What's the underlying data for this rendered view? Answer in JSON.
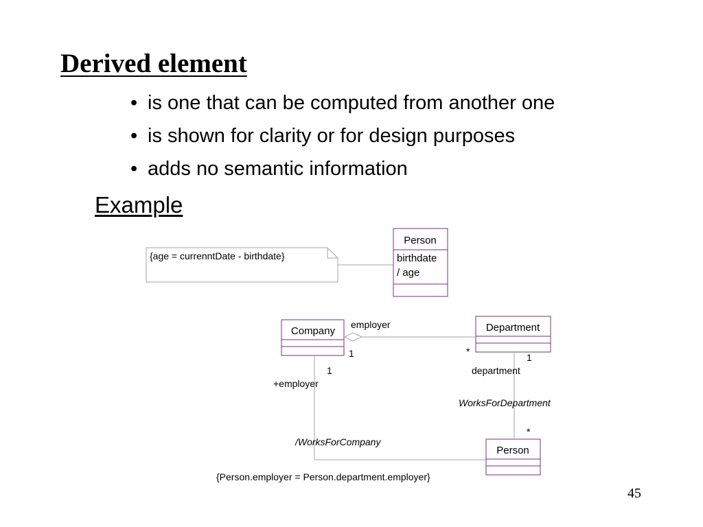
{
  "title": "Derived element",
  "bullets": [
    "is one that can be computed from another one",
    "is shown for clarity or for design purposes",
    "adds no semantic information"
  ],
  "example_label": "Example",
  "diagram": {
    "note": "{age = currenntDate  - birthdate}",
    "person_top": {
      "name": "Person",
      "attributes": [
        "birthdate",
        "/ age"
      ]
    },
    "company": "Company",
    "department": "Department",
    "person_bottom": "Person",
    "labels": {
      "employer_role": "employer",
      "company_employer_mult": "1",
      "department_star": "*",
      "department_one": "1",
      "department_role": "department",
      "company_one": "1",
      "plus_employer": "+employer",
      "works_for_department": "WorksForDepartment",
      "person_star": "*",
      "works_for_company": "/WorksForCompany",
      "constraint": "{Person.employer = Person.department.employer}"
    }
  },
  "page_number": "45",
  "colors": {
    "uml_border": "#7b2d7d",
    "line": "#a6a6a6",
    "text": "#000000"
  }
}
